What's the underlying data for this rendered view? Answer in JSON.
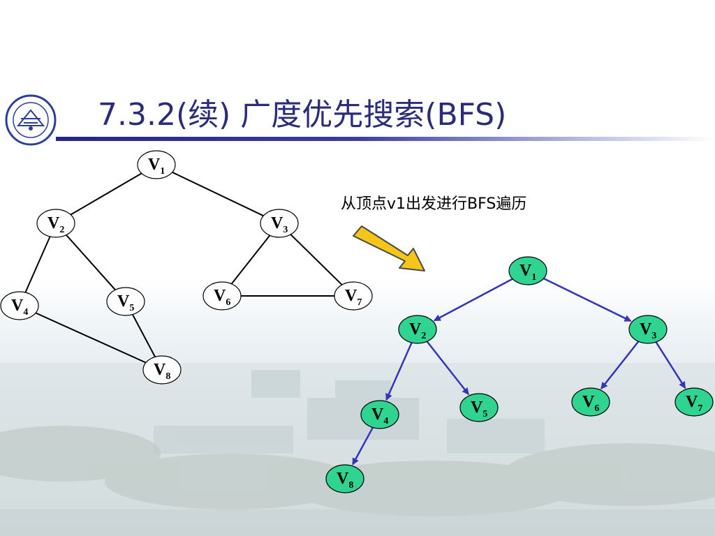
{
  "title": "7.3.2(续) 广度优先搜索(BFS)",
  "caption": "从顶点v1出发进行BFS遍历",
  "colors": {
    "title": "#2b2b7a",
    "title_rule": "#24248a",
    "bfs_node_fill": "#2ed48f",
    "bfs_edge": "#3333bb",
    "arrow_fill": "#f5c518",
    "arrow_stroke": "#4a4a4a"
  },
  "undirected_graph": {
    "nodes": [
      {
        "id": "v1",
        "label": "V",
        "sub": "1"
      },
      {
        "id": "v2",
        "label": "V",
        "sub": "2"
      },
      {
        "id": "v3",
        "label": "V",
        "sub": "3"
      },
      {
        "id": "v4",
        "label": "V",
        "sub": "4"
      },
      {
        "id": "v5",
        "label": "V",
        "sub": "5"
      },
      {
        "id": "v6",
        "label": "V",
        "sub": "6"
      },
      {
        "id": "v7",
        "label": "V",
        "sub": "7"
      },
      {
        "id": "v8",
        "label": "V",
        "sub": "8"
      }
    ],
    "edges": [
      [
        "v1",
        "v2"
      ],
      [
        "v1",
        "v3"
      ],
      [
        "v2",
        "v4"
      ],
      [
        "v2",
        "v5"
      ],
      [
        "v3",
        "v6"
      ],
      [
        "v3",
        "v7"
      ],
      [
        "v6",
        "v7"
      ],
      [
        "v4",
        "v8"
      ],
      [
        "v5",
        "v8"
      ]
    ]
  },
  "bfs_tree": {
    "nodes": [
      {
        "id": "v1",
        "label": "V",
        "sub": "1"
      },
      {
        "id": "v2",
        "label": "V",
        "sub": "2"
      },
      {
        "id": "v3",
        "label": "V",
        "sub": "3"
      },
      {
        "id": "v4",
        "label": "V",
        "sub": "4"
      },
      {
        "id": "v5",
        "label": "V",
        "sub": "5"
      },
      {
        "id": "v6",
        "label": "V",
        "sub": "6"
      },
      {
        "id": "v7",
        "label": "V",
        "sub": "7"
      },
      {
        "id": "v8",
        "label": "V",
        "sub": "8"
      }
    ],
    "edges": [
      [
        "v1",
        "v2"
      ],
      [
        "v1",
        "v3"
      ],
      [
        "v2",
        "v4"
      ],
      [
        "v2",
        "v5"
      ],
      [
        "v3",
        "v6"
      ],
      [
        "v3",
        "v7"
      ],
      [
        "v4",
        "v8"
      ]
    ]
  },
  "icons": {
    "logo": "university-seal-icon",
    "arrow": "arrow-down-right-icon"
  }
}
